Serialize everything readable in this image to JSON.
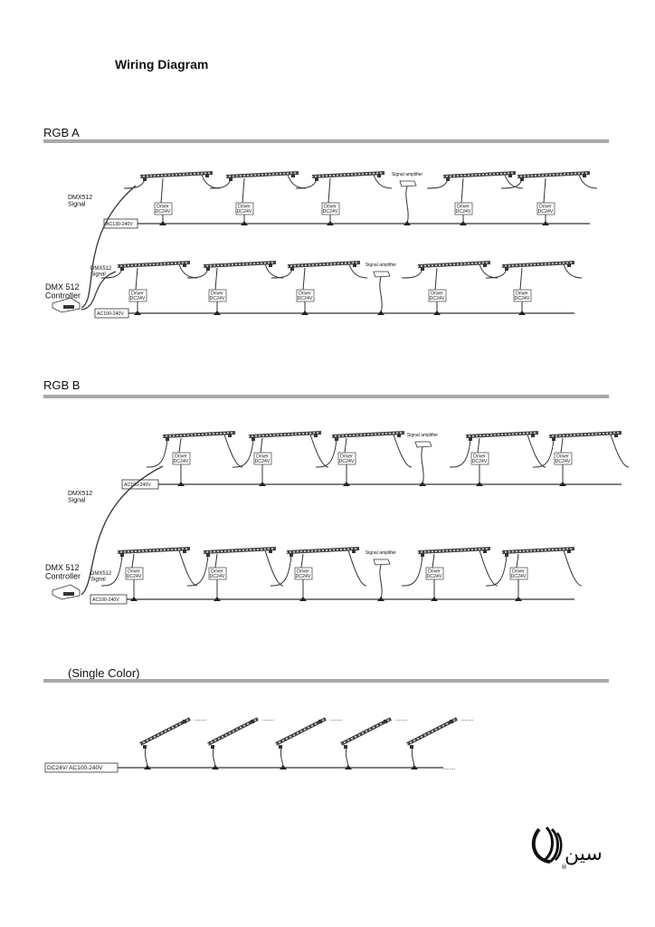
{
  "title": "Wiring Diagram",
  "sections": {
    "rgb_a": {
      "heading": "RGB A",
      "dmx_signal": "DMX512\nSignal",
      "controller": "DMX 512\nController",
      "row1": {
        "power": "AC130-240V",
        "amplifier": "Signal amplifier",
        "driver": "Driver\nDC24V",
        "ellipsis": "......"
      },
      "row2": {
        "power": "AC100-240V",
        "amplifier": "Signal amplifier",
        "driver": "Driver\nDC24V",
        "signal": "DMX512\nSignal",
        "ellipsis": "......"
      }
    },
    "rgb_b": {
      "heading": "RGB B",
      "dmx_signal": "DMX512\nSignal",
      "controller": "DMX 512\nController",
      "row1": {
        "power": "AC100-240V",
        "amplifier": "Signal amplifier",
        "driver": "Driver\nDC24V",
        "ellipsis": "......"
      },
      "row2": {
        "power": "AC100-240V",
        "amplifier": "Signal amplifier",
        "driver": "Driver\nDC24V",
        "signal": "DMX512\nSignal",
        "ellipsis": "......"
      }
    },
    "single": {
      "heading": "(Single Color)",
      "power": "DC24V/ AC100-240V",
      "ellipsis": "........"
    }
  },
  "logo": {
    "text": "سين",
    "mark": "®"
  }
}
